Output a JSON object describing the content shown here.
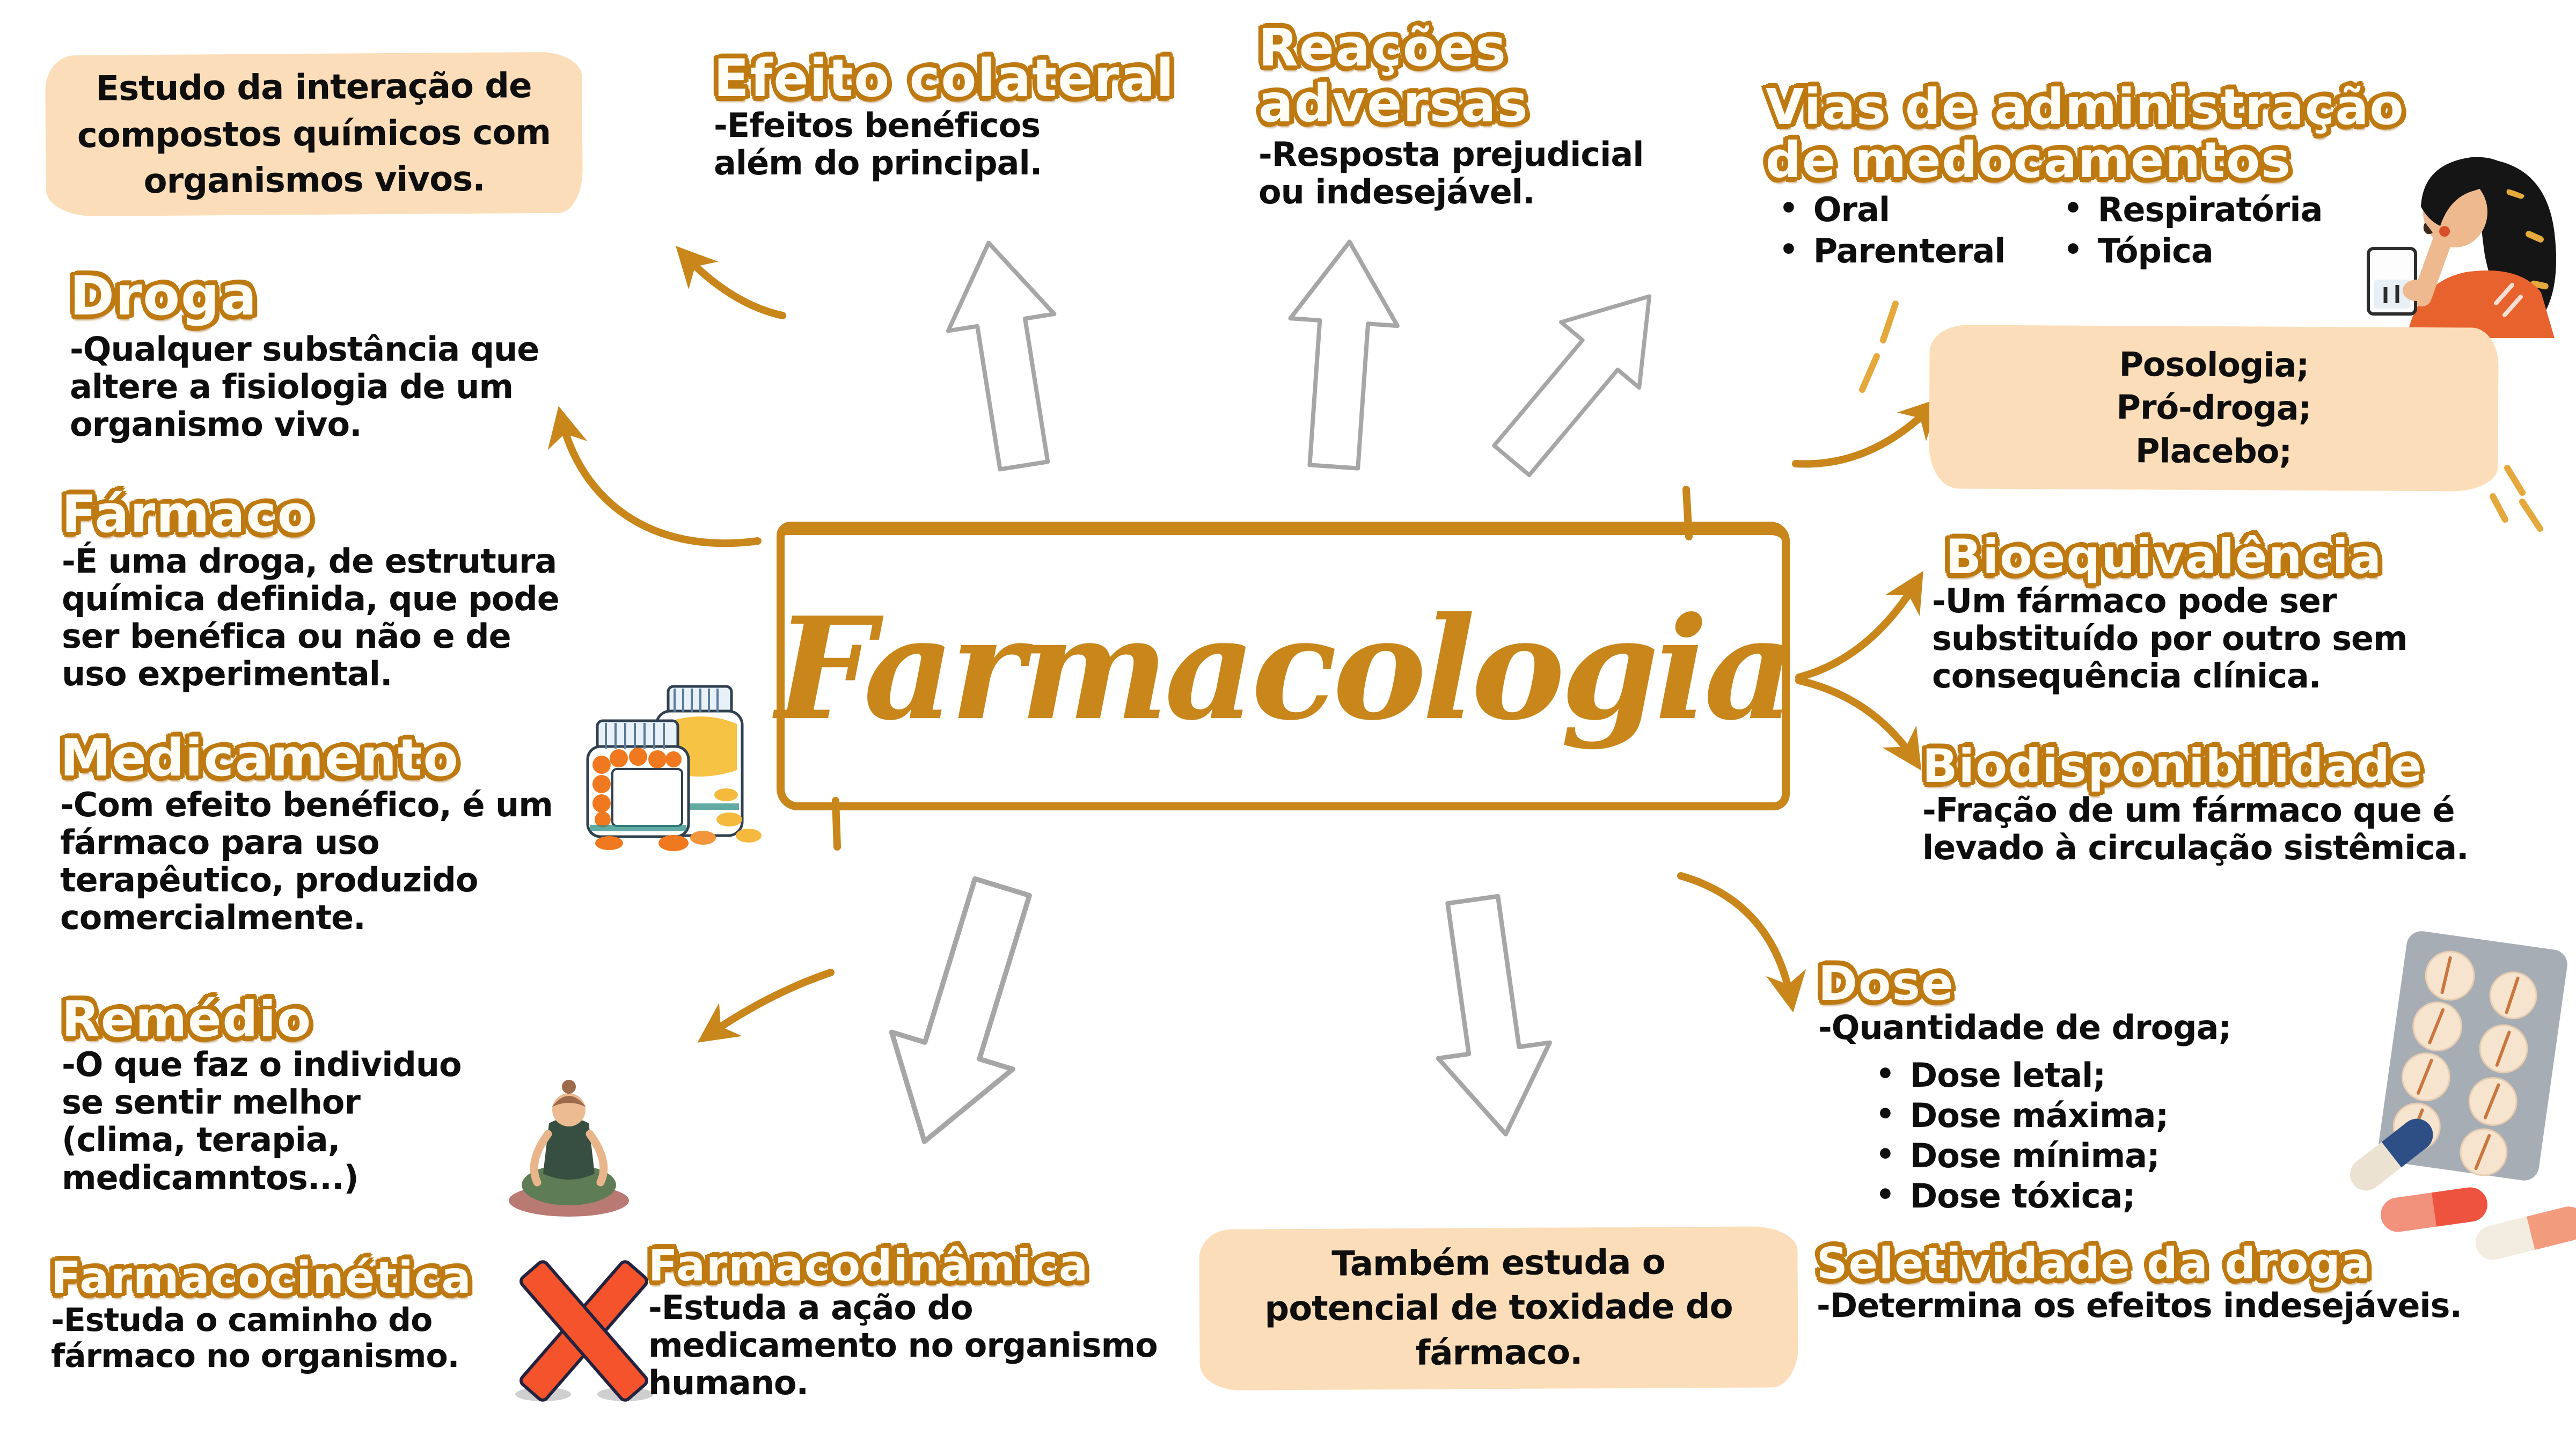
{
  "meta": {
    "title": "Farmacologia mind map"
  },
  "ui": {
    "bullet_char": "•"
  },
  "colors": {
    "accent_orange": "#C8861B",
    "heading_outline": "#BE7911",
    "peach_box": "#FBDEB9",
    "text_black": "#0E0E0E",
    "arrow_gray": "#A6A6A6",
    "red_x": "#F4532C",
    "sparkle_gold": "#E4A83C"
  },
  "center": {
    "title": "Farmacologia"
  },
  "boxes": {
    "estudo": {
      "text": "Estudo da interação de\ncompostos químicos com\norganismos vivos."
    },
    "posologia": {
      "text": "Posologia;\nPró-droga;\nPlacebo;"
    },
    "tambem": {
      "text": "Também estuda o\npotencial de toxidade do\nfármaco."
    }
  },
  "sections": {
    "droga": {
      "title": "Droga",
      "body": "-Qualquer substância que\naltere a fisiologia de um\norganismo vivo."
    },
    "farmaco": {
      "title": "Fármaco",
      "body": "-É uma droga, de estrutura\nquímica definida, que pode\nser  benéfica ou não e de\nuso experimental."
    },
    "medicamento": {
      "title": "Medicamento",
      "body": "-Com efeito benéfico, é um\nfármaco para uso\nterapêutico, produzido\ncomercialmente."
    },
    "remedio": {
      "title": "Remédio",
      "body": "-O que faz o individuo\nse sentir melhor\n(clima, terapia,\nmedicamntos...)"
    },
    "farmacocinetica": {
      "title": "Farmacocinética",
      "body": "-Estuda o caminho do\nfármaco no organismo."
    },
    "farmacodinamica": {
      "title": "Farmacodinâmica",
      "body": "-Estuda a ação do\nmedicamento no organismo\nhumano."
    },
    "efeito_colateral": {
      "title": "Efeito colateral",
      "body": "-Efeitos benéficos\nalém do principal."
    },
    "reacoes_adversas": {
      "title": "Reações\nadversas",
      "body": "-Resposta prejudicial\nou indesejável."
    },
    "vias": {
      "title": "Vias de administração\nde medocamentos",
      "bullets_left": [
        "Oral",
        "Parenteral"
      ],
      "bullets_right": [
        "Respiratória",
        "Tópica"
      ]
    },
    "bioequivalencia": {
      "title": "Bioequivalência",
      "body": "-Um fármaco pode ser\nsubstituído por outro sem\nconsequência clínica."
    },
    "biodisponibilidade": {
      "title": "Biodisponibilidade",
      "body": "-Fração de um fármaco que é\nlevado à circulação sistêmica."
    },
    "dose": {
      "title": "Dose",
      "body": "-Quantidade de droga;",
      "bullets": [
        "Dose letal;",
        "Dose máxima;",
        "Dose mínima;",
        "Dose tóxica;"
      ]
    },
    "seletividade": {
      "title": "Seletividade da droga",
      "body": "-Determina os efeitos indesejáveis."
    }
  },
  "icons": {
    "sketch_arrow_up": "hand-drawn outlined block arrow pointing up",
    "sketch_arrow_diagonal": "hand-drawn outlined block arrow pointing up-right",
    "sketch_arrow_down": "hand-drawn outlined block arrow pointing down",
    "curved_arrow": "orange curved connector arrow",
    "red_x": "red crossed-out X mark",
    "pill_bottles": "two pill bottles with orange and yellow pills",
    "meditating_person": "person meditating on a rug",
    "person_taking_pill": "woman taking a pill with a glass of water",
    "pill_blister_pack": "blister pack with tablets and capsules",
    "sparkle_dashes": "golden accent dashes"
  }
}
